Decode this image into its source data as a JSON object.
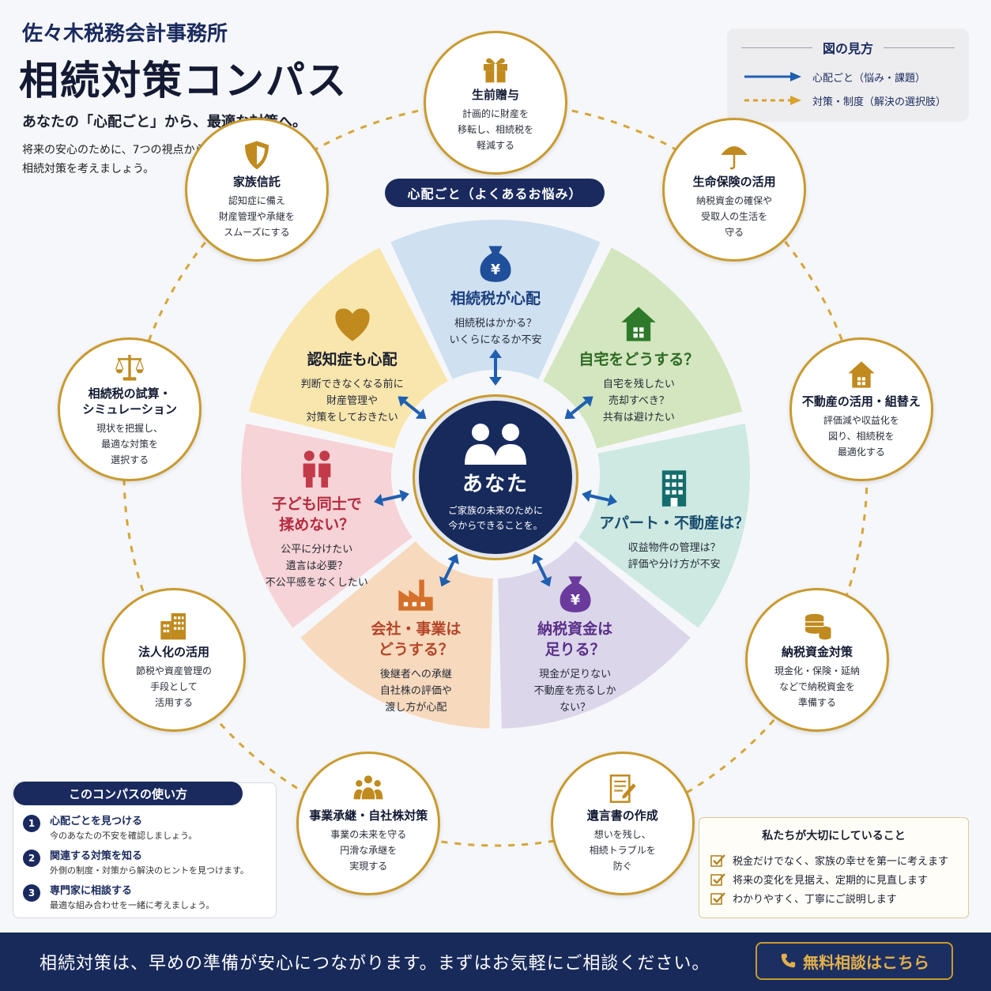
{
  "header": {
    "firm": "佐々木税務会計事務所",
    "title": "相続対策コンパス",
    "tagline": "あなたの「心配ごと」から、最適な対策へ。",
    "intro_lines": [
      "将来の安心のために、7つの視点から",
      "相続対策を考えましょう。"
    ]
  },
  "legend": {
    "title": "図の見方",
    "rows": [
      {
        "label": "心配ごと（悩み・課題）",
        "style": "solid",
        "color": "#1f5fb0"
      },
      {
        "label": "対策・制度（解決の選択肢）",
        "style": "dashed",
        "color": "#d9a12c"
      }
    ]
  },
  "worry_label": "心配ごと（よくあるお悩み）",
  "center": {
    "name": "あなた",
    "desc_lines": [
      "ご家族の未来のために",
      "今からできることを。"
    ]
  },
  "worries": [
    {
      "id": "tax",
      "icon": "money-bag-yen-icon",
      "title_lines": [
        "相続税が心配"
      ],
      "desc_lines": [
        "相続税はかかる？",
        "いくらになるか不安"
      ],
      "color": "#cfe0f1",
      "title_color": "#1a3f80",
      "icon_color": "#1f4f9a"
    },
    {
      "id": "home",
      "icon": "house-icon",
      "title_lines": [
        "自宅をどうする？"
      ],
      "desc_lines": [
        "自宅を残したい",
        "売却すべき？",
        "共有は避けたい"
      ],
      "color": "#d3e6bf",
      "title_color": "#2e6a24",
      "icon_color": "#2f7a2a"
    },
    {
      "id": "apartment",
      "icon": "building-icon",
      "title_lines": [
        "アパート・不動産は？"
      ],
      "desc_lines": [
        "収益物件の管理は？",
        "評価や分け方が不安"
      ],
      "color": "#cde9e2",
      "title_color": "#1a4d6e",
      "icon_color": "#136d6d"
    },
    {
      "id": "funds",
      "icon": "money-bag-yen-icon",
      "title_lines": [
        "納税資金は",
        "足りる？"
      ],
      "desc_lines": [
        "現金が足りない",
        "不動産を売るしか",
        "ない？"
      ],
      "color": "#dcd6ea",
      "title_color": "#5a2f8a",
      "icon_color": "#6a3b9c"
    },
    {
      "id": "business",
      "icon": "factory-icon",
      "title_lines": [
        "会社・事業は",
        "どうする？"
      ],
      "desc_lines": [
        "後継者への承継",
        "自社株の評価や",
        "渡し方が心配"
      ],
      "color": "#f7d9bd",
      "title_color": "#b4462a",
      "icon_color": "#d5702a"
    },
    {
      "id": "children",
      "icon": "family-icon",
      "title_lines": [
        "子ども同士で",
        "揉めない？"
      ],
      "desc_lines": [
        "公平に分けたい",
        "遺言は必要？",
        "不公平感をなくしたい"
      ],
      "color": "#f6d3d6",
      "title_color": "#b42a3f",
      "icon_color": "#c33a4b"
    },
    {
      "id": "dementia",
      "icon": "heart-icon",
      "title_lines": [
        "認知症も心配"
      ],
      "desc_lines": [
        "判断できなくなる前に",
        "財産管理や",
        "対策をしておきたい"
      ],
      "color": "#f9e6ad",
      "title_color": "#1a1f2e",
      "icon_color": "#c08a1e"
    }
  ],
  "measures": [
    {
      "id": "gift",
      "icon": "gift-icon",
      "title_lines": [
        "生前贈与"
      ],
      "desc_lines": [
        "計画的に財産を",
        "移転し、相続税を",
        "軽減する"
      ]
    },
    {
      "id": "insurance",
      "icon": "umbrella-icon",
      "title_lines": [
        "生命保険の活用"
      ],
      "desc_lines": [
        "納税資金の確保や",
        "受取人の生活を",
        "守る"
      ]
    },
    {
      "id": "realestate",
      "icon": "house-icon",
      "title_lines": [
        "不動産の活用・組替え"
      ],
      "desc_lines": [
        "評価減や収益化を",
        "図り、相続税を",
        "最適化する"
      ]
    },
    {
      "id": "taxfunds",
      "icon": "coins-icon",
      "title_lines": [
        "納税資金対策"
      ],
      "desc_lines": [
        "現金化・保険・延納",
        "などで納税資金を",
        "準備する"
      ]
    },
    {
      "id": "will",
      "icon": "document-pen-icon",
      "title_lines": [
        "遺言書の作成"
      ],
      "desc_lines": [
        "想いを残し、",
        "相続トラブルを",
        "防ぐ"
      ]
    },
    {
      "id": "succession",
      "icon": "team-icon",
      "title_lines": [
        "事業承継・自社株対策"
      ],
      "desc_lines": [
        "事業の未来を守る",
        "円滑な承継を",
        "実現する"
      ]
    },
    {
      "id": "corp",
      "icon": "office-building-icon",
      "title_lines": [
        "法人化の活用"
      ],
      "desc_lines": [
        "節税や資産管理の",
        "手段として",
        "活用する"
      ]
    },
    {
      "id": "simulation",
      "icon": "scale-icon",
      "title_lines": [
        "相続税の試算・",
        "シミュレーション"
      ],
      "desc_lines": [
        "現状を把握し、",
        "最適な対策を",
        "選択する"
      ]
    },
    {
      "id": "trust",
      "icon": "shield-icon",
      "title_lines": [
        "家族信託"
      ],
      "desc_lines": [
        "認知症に備え",
        "財産管理や承継を",
        "スムーズにする"
      ]
    }
  ],
  "howto": {
    "title": "このコンパスの使い方",
    "steps": [
      {
        "num": "1",
        "head": "心配ごとを見つける",
        "desc": "今のあなたの不安を確認しましょう。"
      },
      {
        "num": "2",
        "head": "関連する対策を知る",
        "desc": "外側の制度・対策から解決のヒントを見つけます。"
      },
      {
        "num": "3",
        "head": "専門家に相談する",
        "desc": "最適な組み合わせを一緒に考えましょう。"
      }
    ]
  },
  "values": {
    "title": "私たちが大切にしていること",
    "items": [
      "税金だけでなく、家族の幸せを第一に考えます",
      "将来の変化を見据え、定期的に見直します",
      "わかりやすく、丁寧にご説明します"
    ]
  },
  "footer": {
    "message": "相続対策は、早めの準備が安心につながります。まずはお気軽にご相談ください。",
    "cta_label": "無料相談はこちら"
  },
  "colors": {
    "navy": "#1a2a5e",
    "gold": "#c99a2e",
    "arrow": "#1f5fb0"
  }
}
